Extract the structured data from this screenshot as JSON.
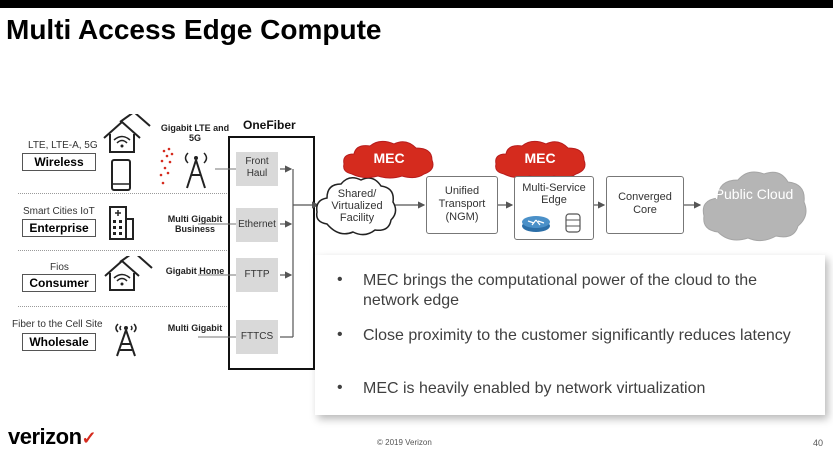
{
  "title": "Multi Access Edge Compute",
  "segments": [
    {
      "sub": "LTE, LTE-A, 5G",
      "name": "Wireless",
      "speed": "Gigabit LTE and 5G",
      "icon": "house-wifi-and-phone-icon"
    },
    {
      "sub": "Smart Cities IoT",
      "name": "Enterprise",
      "speed": "Multi Gigabit Business",
      "icon": "office-building-icon"
    },
    {
      "sub": "Fios",
      "name": "Consumer",
      "speed": "Gigabit Home",
      "icon": "house-wifi-icon"
    },
    {
      "sub": "Fiber to the Cell Site",
      "name": "Wholesale",
      "speed": "Multi Gigabit",
      "icon": "cell-tower-icon"
    }
  ],
  "onefiber": {
    "label": "OneFiber",
    "ports": [
      "Front Haul",
      "Ethernet",
      "FTTP",
      "FTTCS"
    ]
  },
  "network": {
    "shared_cloud": "Shared/ Virtualized Facility",
    "mec_label": "MEC",
    "unified_transport": "Unified Transport (NGM)",
    "multi_service_edge": "Multi-Service Edge",
    "converged_core": "Converged Core",
    "public_cloud": "Public Cloud"
  },
  "bullets": [
    "MEC brings the computational power of the cloud to the network edge",
    "Close proximity to the customer significantly reduces latency",
    "MEC is heavily enabled by network virtualization"
  ],
  "footer": {
    "logo": "verizon",
    "copyright": "© 2019 Verizon",
    "page": "40"
  },
  "colors": {
    "mec_red": "#d52b1e",
    "gray_cloud": "#b5b5b5",
    "accent_blue": "#2c6fa8"
  }
}
